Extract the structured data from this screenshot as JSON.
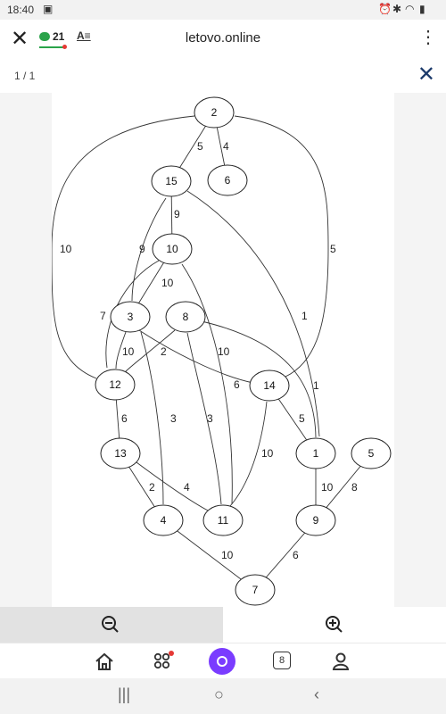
{
  "status_bar": {
    "time": "18:40"
  },
  "browser": {
    "comments_count": "21",
    "reader_label": "A≡",
    "url": "letovo.online",
    "close_glyph": "✕",
    "menu_glyph": "⋮"
  },
  "viewer": {
    "page_counter": "1 / 1",
    "close_glyph": "✕"
  },
  "graph": {
    "nodes": [
      {
        "id": "n2",
        "label": "2"
      },
      {
        "id": "n15",
        "label": "15"
      },
      {
        "id": "n6",
        "label": "6"
      },
      {
        "id": "n10",
        "label": "10"
      },
      {
        "id": "n3",
        "label": "3"
      },
      {
        "id": "n8",
        "label": "8"
      },
      {
        "id": "n12",
        "label": "12"
      },
      {
        "id": "n14",
        "label": "14"
      },
      {
        "id": "n13",
        "label": "13"
      },
      {
        "id": "n1",
        "label": "1"
      },
      {
        "id": "n5",
        "label": "5"
      },
      {
        "id": "n4",
        "label": "4"
      },
      {
        "id": "n11",
        "label": "11"
      },
      {
        "id": "n9",
        "label": "9"
      },
      {
        "id": "n7",
        "label": "7"
      }
    ],
    "edges": [
      {
        "from": "2",
        "to": "15",
        "weight": "5"
      },
      {
        "from": "2",
        "to": "6",
        "weight": "4"
      },
      {
        "from": "2",
        "to": "12",
        "weight": "10"
      },
      {
        "from": "2",
        "to": "14",
        "weight": "5"
      },
      {
        "from": "15",
        "to": "10",
        "weight": "9"
      },
      {
        "from": "15",
        "to": "3",
        "weight": "9"
      },
      {
        "from": "15",
        "to": "1",
        "weight": "1"
      },
      {
        "from": "10",
        "to": "3",
        "weight": "10"
      },
      {
        "from": "10",
        "to": "12",
        "weight": "7"
      },
      {
        "from": "10",
        "to": "11",
        "weight": "6"
      },
      {
        "from": "3",
        "to": "12",
        "weight": "10"
      },
      {
        "from": "3",
        "to": "14",
        "weight": "10"
      },
      {
        "from": "3",
        "to": "4",
        "weight": "3"
      },
      {
        "from": "8",
        "to": "12",
        "weight": "2"
      },
      {
        "from": "8",
        "to": "11",
        "weight": "3"
      },
      {
        "from": "8",
        "to": "1",
        "weight": "1"
      },
      {
        "from": "12",
        "to": "13",
        "weight": "6"
      },
      {
        "from": "14",
        "to": "1",
        "weight": "5"
      },
      {
        "from": "14",
        "to": "11",
        "weight": "10"
      },
      {
        "from": "13",
        "to": "4",
        "weight": "2"
      },
      {
        "from": "13",
        "to": "11",
        "weight": "4"
      },
      {
        "from": "1",
        "to": "9",
        "weight": "10"
      },
      {
        "from": "5",
        "to": "9",
        "weight": "8"
      },
      {
        "from": "4",
        "to": "7",
        "weight": "10"
      },
      {
        "from": "9",
        "to": "7",
        "weight": "6"
      }
    ]
  },
  "icons": {
    "zoom_out": "zoom-out-icon",
    "zoom_in": "zoom-in-icon",
    "home": "home-icon",
    "services": "services-grid-icon",
    "alice": "alice-assistant-icon",
    "profile": "profile-icon"
  },
  "nav": {
    "tabs_count": "8"
  },
  "sys_nav": {
    "recents": "|||",
    "home": "○",
    "back": "‹"
  }
}
